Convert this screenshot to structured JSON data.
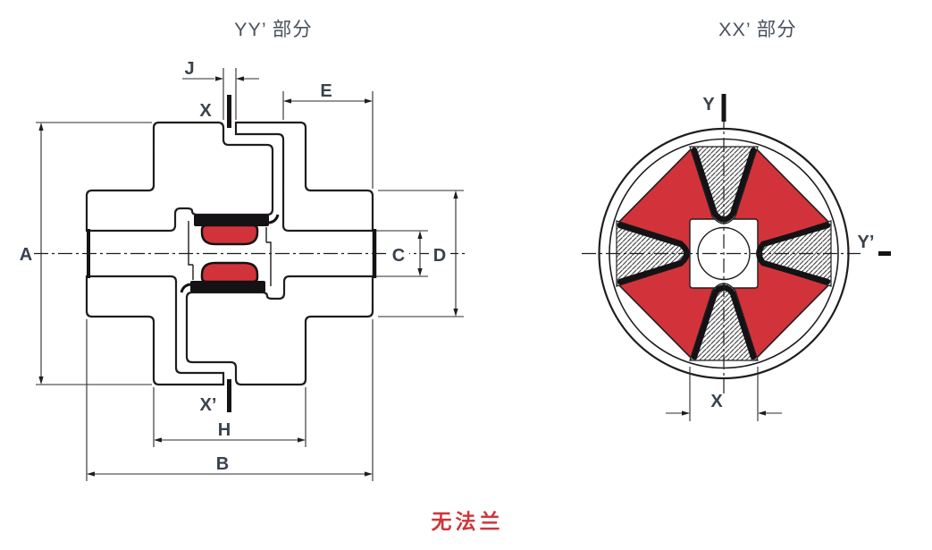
{
  "titles": {
    "left_section": "YY’ 部分",
    "right_section": "XX’ 部分"
  },
  "caption": "无法兰",
  "left_view": {
    "dims": {
      "A": "A",
      "B": "B",
      "C": "C",
      "D": "D",
      "E": "E",
      "H": "H",
      "J": "J"
    },
    "marks": {
      "top": "X",
      "bottom": "X’"
    }
  },
  "right_view": {
    "marks": {
      "top": "Y",
      "right": "Y’"
    },
    "dims": {
      "X": "X"
    }
  },
  "colors": {
    "elastomer_red": "#d2333a",
    "caption_red": "#ce353a",
    "line_black": "#1f1d1e",
    "label_color": "#39424d"
  }
}
